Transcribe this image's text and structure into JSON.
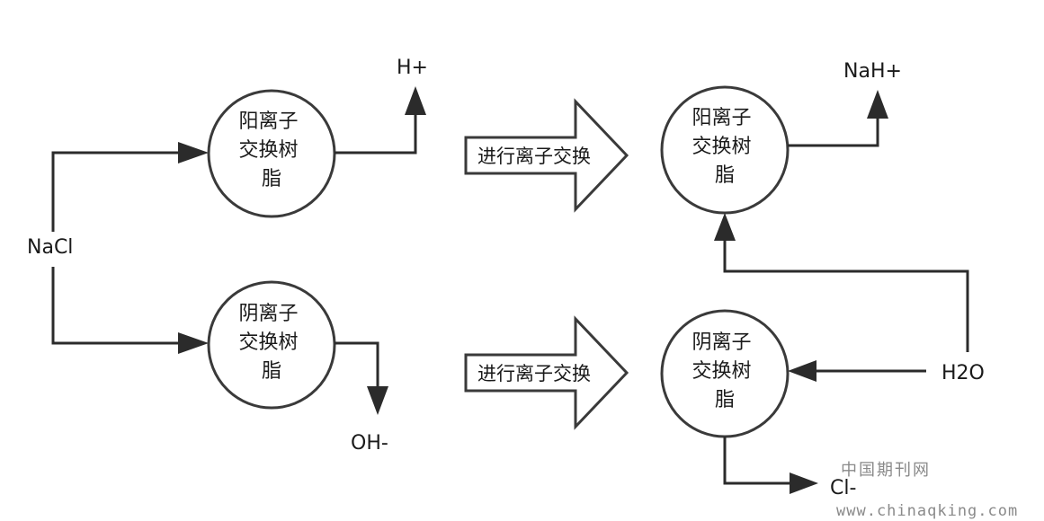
{
  "input": {
    "label": "NaCl"
  },
  "nodes": {
    "cation_left": {
      "lines": [
        "阳离子",
        "交换树",
        "脂"
      ]
    },
    "anion_left": {
      "lines": [
        "阴离子",
        "交换树",
        "脂"
      ]
    },
    "cation_right": {
      "lines": [
        "阳离子",
        "交换树",
        "脂"
      ]
    },
    "anion_right": {
      "lines": [
        "阴离子",
        "交换树",
        "脂"
      ]
    }
  },
  "outputs": {
    "h_plus": "H+",
    "oh_minus": "OH-",
    "nah_plus": "NaH+",
    "cl_minus": "Cl-",
    "h2o": "H2O"
  },
  "process_arrows": {
    "top": "进行离子交换",
    "bottom": "进行离子交换"
  },
  "watermark": {
    "cn": "中国期刊网",
    "url": "www.chinaqking.com"
  },
  "colors": {
    "stroke": "#2b2b2b",
    "watermark": "#8a8a8a"
  }
}
